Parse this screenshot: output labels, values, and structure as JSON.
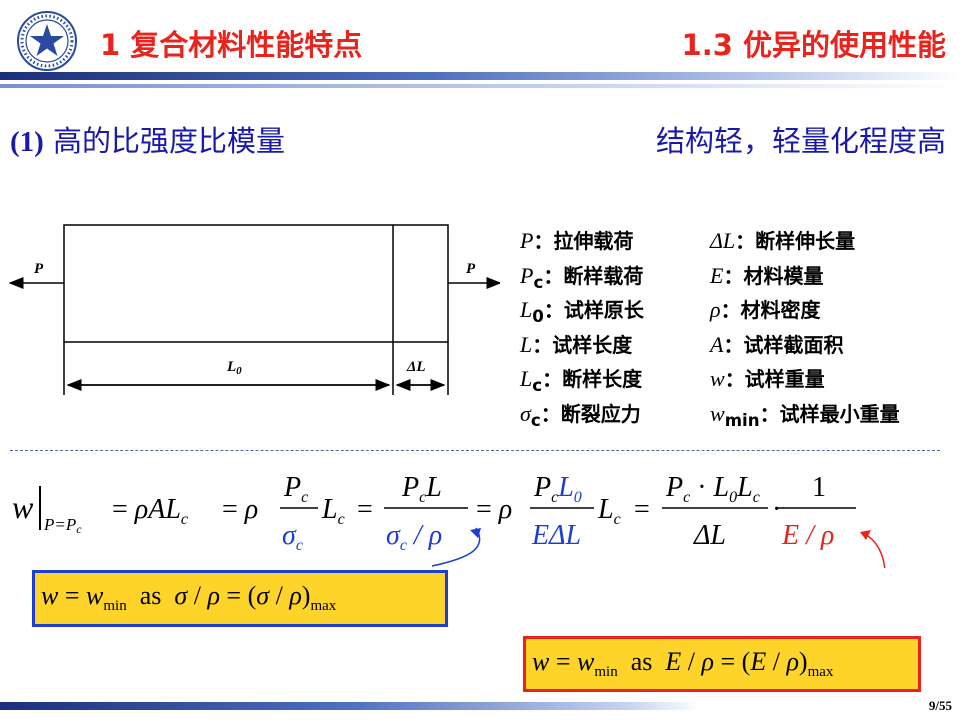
{
  "header": {
    "title_left": "1 复合材料性能特点",
    "title_right": "1.3 优异的使用性能"
  },
  "section": {
    "number": "(1)",
    "heading": "高的比强度比模量",
    "tagline": "结构轻，轻量化程度高"
  },
  "diagram": {
    "force_left": "P",
    "force_right": "P",
    "dim_L0": "L",
    "dim_L0_sub": "0",
    "dim_dL": "ΔL"
  },
  "legend": {
    "rows": [
      {
        "s1": "P",
        "s1sub": "",
        "d1": "：拉伸载荷",
        "s2": "ΔL",
        "s2sub": "",
        "d2": "：断样伸长量"
      },
      {
        "s1": "P",
        "s1sub": "c",
        "d1": "：断样载荷",
        "s2": "E",
        "s2sub": "",
        "d2": "：材料模量"
      },
      {
        "s1": "L",
        "s1sub": "0",
        "d1": "：试样原长",
        "s2": "ρ",
        "s2sub": "",
        "d2": "：材料密度"
      },
      {
        "s1": "L",
        "s1sub": "",
        "d1": "：试样长度",
        "s2": "A",
        "s2sub": "",
        "d2": "：试样截面积"
      },
      {
        "s1": "L",
        "s1sub": "c",
        "d1": "：断样长度",
        "s2": "w",
        "s2sub": "",
        "d2": "：试样重量"
      },
      {
        "s1": "σ",
        "s1sub": "c",
        "d1": "：断裂应力",
        "s2": "w",
        "s2sub": "min",
        "d2": "：试样最小重量"
      }
    ]
  },
  "formula_text": "w|P=Pc = ρAL_c = ρ (P_c/σ_c) L_c = P_c L/(σ_c/ρ) = ρ (P_c L_0/(EΔL)) L_c = (P_c·L_0L_c/ΔL)·1/(E/ρ)",
  "box1": {
    "text": "w = w_min as σ/ρ = (σ/ρ)_max",
    "w": "w",
    "wmin": "w",
    "min": "min",
    "as": "as"
  },
  "box2": {
    "text": "w = w_min as E/ρ = (E/ρ)_max",
    "w": "w",
    "wmin": "w",
    "min": "min",
    "as": "as"
  },
  "page": "9/55",
  "colors": {
    "accent_red": "#e8241d",
    "heading_blue": "#1a1aa8",
    "box_fill": "#ffd42a",
    "box_border_blue": "#1a3fd1"
  }
}
